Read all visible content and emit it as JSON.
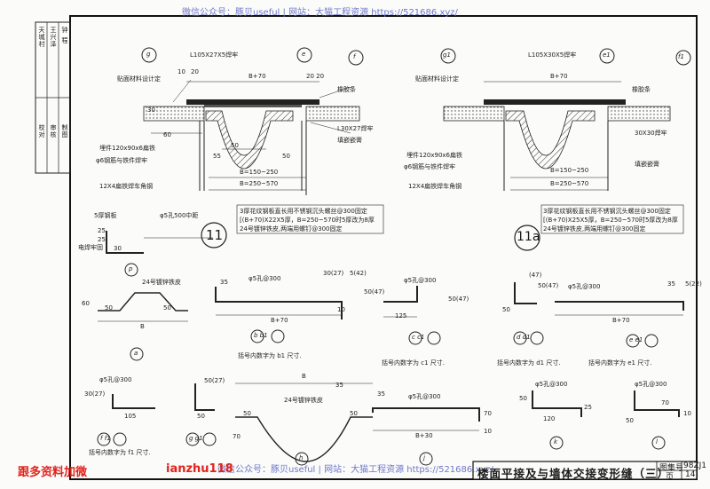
{
  "watermark": {
    "top": "微信公众号：豚贝useful | 网站：大猫工程资源 https://521686.xyz/",
    "bottom": "微信公众号：豚贝useful | 网站：大猫工程资源 https://521686.xyz/"
  },
  "promo": {
    "left": "跟多资料加微",
    "wechat": "ianzhu118"
  },
  "title_block": {
    "title": "楼面平接及与墙体交接变形缝（三）",
    "atlas_label": "图集号",
    "atlas_no": "98ZJ1",
    "page_label": "页",
    "page_no": "14"
  },
  "side_signature": [
    "天城村",
    "王兴泽",
    "钟 程",
    "校对",
    "审核",
    "制图"
  ],
  "detail_11": {
    "bubble": "11",
    "angle_label": "L105X27X5焊牢",
    "finish_label": "贴面材料设计定",
    "embed_label": "埋件120x90x6扁铁",
    "anchor_label": "φ6钢筋与铁件焊牢",
    "flat_bar_label": "12X4扁铁焊车角钢",
    "corner_label": "L30X27焊牢",
    "sealant_label": "橡胶条",
    "filler_label": "填嵌嵌膏",
    "dim_b70": "B+70",
    "dim_range1": "B=150~250",
    "dim_range2": "B=250~570",
    "dims": [
      "10",
      "20",
      "20 20",
      "50",
      "55",
      "50",
      "30",
      "60"
    ],
    "note": [
      "3厚花纹钢板直长用不锈钢沉头螺丝@300固定",
      "[(B+70)X22X5厚，B=250~570时5厚改为8厚",
      "24号镀锌铁皮,两端用螺钉@300固定"
    ]
  },
  "detail_11a": {
    "bubble": "11a",
    "angle_label": "L105X30X5焊牢",
    "finish_label": "贴面材料设计定",
    "embed_label": "埋件120x90x6扁铁",
    "anchor_label": "φ6钢筋与铁件焊牢",
    "flat_bar_label": "12X4扁铁焊车角钢",
    "corner_label": "30X30焊牢",
    "sealant_label": "橡胶条",
    "filler_label": "填嵌嵌膏",
    "dim_b70": "B+70",
    "dim_range1": "B=150~250",
    "dim_range2": "B=250~570",
    "note": [
      "3厚花纹钢板直长用不锈钢沉头螺丝@300固定",
      "[(B+70)X25X5厚，B=250~570时5厚改为8厚",
      "24号镀锌铁皮,两端用螺钉@300固定"
    ]
  },
  "bubbles": [
    "g",
    "e",
    "f",
    "g1",
    "e1",
    "f1"
  ],
  "parts": {
    "p": {
      "label": "p",
      "text1": "5厚钢板",
      "text2": "φ5孔500中距",
      "text3": "电焊牢固",
      "dims": [
        "25",
        "30",
        "25"
      ]
    },
    "a": {
      "label": "a",
      "text1": "24号镀锌铁皮",
      "dim_b": "B",
      "dims": [
        "60",
        "50",
        "50"
      ]
    },
    "b": {
      "label": "b b1",
      "hole": "φ5孔@300",
      "dim": "B+70",
      "dims": [
        "35",
        "30(27)",
        "5(42)",
        "10"
      ],
      "note": "括号内数字为 b1 尺寸."
    },
    "c": {
      "label": "c c1",
      "hole": "φ5孔@300",
      "dims": [
        "50(47)",
        "125",
        "50(47)"
      ],
      "note": "括号内数字为 c1 尺寸."
    },
    "d": {
      "label": "d d1",
      "dims": [
        "50",
        "(47)",
        "50(47)"
      ],
      "note": "括号内数字为 d1 尺寸."
    },
    "e": {
      "label": "e e1",
      "hole": "φ5孔@300",
      "dim": "B+70",
      "dims": [
        "35",
        "5(22)"
      ],
      "note": "括号内数字为 e1 尺寸."
    },
    "f": {
      "label": "f f1",
      "hole": "φ5孔@300",
      "dims": [
        "30(27)",
        "105"
      ],
      "note": "括号内数字为 f1 尺寸."
    },
    "g": {
      "label": "g g1",
      "dims": [
        "50(27)",
        "50"
      ],
      "note": ""
    },
    "h": {
      "label": "h",
      "text1": "24号镀锌铁皮",
      "dim_b": "B",
      "dims": [
        "70",
        "50",
        "50",
        "35"
      ]
    },
    "j": {
      "label": "j",
      "hole": "φ5孔@300",
      "dim": "B+30",
      "dims": [
        "35",
        "70",
        "10"
      ]
    },
    "k": {
      "label": "k",
      "hole": "φ5孔@300",
      "dims": [
        "120",
        "50",
        "25"
      ]
    },
    "l": {
      "label": "l",
      "hole": "φ5孔@300",
      "dims": [
        "70",
        "50",
        "10"
      ]
    }
  }
}
